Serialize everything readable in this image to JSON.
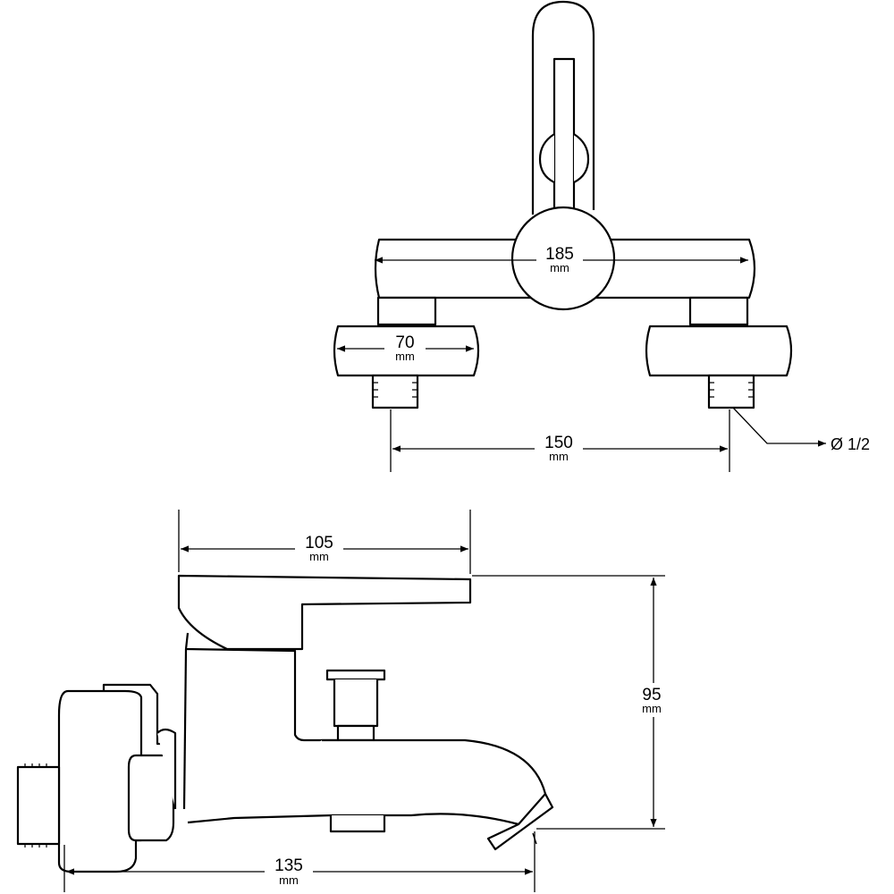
{
  "top_view": {
    "dim_body_width": {
      "value": "185",
      "unit": "mm"
    },
    "dim_connector_width": {
      "value": "70",
      "unit": "mm"
    },
    "dim_centers": {
      "value": "150",
      "unit": "mm"
    },
    "thread_label": "Ø 1/2"
  },
  "side_view": {
    "dim_lever_length": {
      "value": "105",
      "unit": "mm"
    },
    "dim_height": {
      "value": "95",
      "unit": "mm"
    },
    "dim_depth": {
      "value": "135",
      "unit": "mm"
    }
  }
}
